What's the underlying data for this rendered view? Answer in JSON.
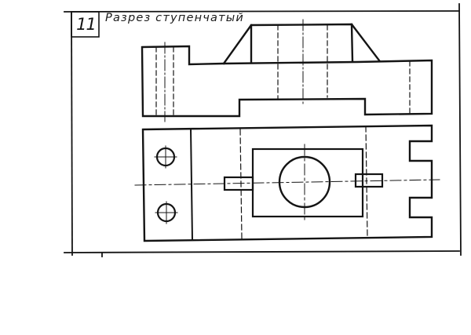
{
  "drawing": {
    "task_number": "11",
    "title": "Разрез ступенчатый",
    "views": [
      {
        "name": "front-view",
        "description": "Front elevation of part with trapezoidal boss and stepped base"
      },
      {
        "name": "top-view",
        "description": "Plan view with two mounting holes, central bore, side lugs and slotted right end"
      }
    ],
    "colors": {
      "line": "#141414",
      "background": "#ffffff"
    }
  }
}
